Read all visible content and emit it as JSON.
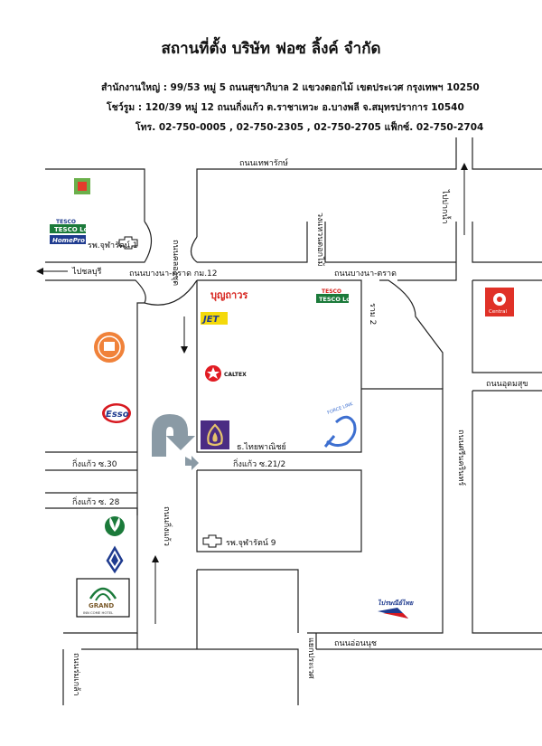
{
  "header": {
    "title": "สถานที่ตั้ง บริษัท ฟอซ ลิ้งค์ จำกัด",
    "head_office": "สำนักงานใหญ่ : 99/53 หมู่ 5 ถนนสุขาภิบาล 2 แขวงดอกไม้ เขตประเวศ กรุงเทพฯ 10250",
    "showroom": "โชว์รูม : 120/39 หมู่ 12 ถนนกิ่งแก้ว ต.ราชาเทวะ อ.บางพลี จ.สมุทรปราการ 10540",
    "phone": "โทร. 02-750-0005 , 02-750-2305 , 02-750-2705 แฟ็กซ์. 02-750-2704"
  },
  "map": {
    "roads": {
      "thepharak": "ถนนเทพารักษ์",
      "khlong_chuat": "ถนนคลองชุด",
      "bangna_trat_km12": "ถนนบางนา-ตราด กม.12",
      "bangna_trat": "ถนนบางนา-ตราด",
      "wat_hua_lamphong": "วงแหวนดอกไม้",
      "rama2": "ราม 2",
      "to_paknam": "ไปปากน้ำ",
      "to_chonburi": "ไปชลบุรี",
      "udomsuk": "ถนนอุดมสุข",
      "srinakarin": "ถนนศรีนครินทร์",
      "kingkaew_30": "กิ่งแก้ว ซ.30",
      "kingkaew_28": "กิ่งแก้ว ซ. 28",
      "kingkaew_21_2": "กิ่งแก้ว ซ.21/2",
      "kingkaew": "ถนนกิ่งแก้ว",
      "onnut": "ถนนอ่อนนุช",
      "lat_krabang": "ถนนร่มเกล้า",
      "yaek_prawet": "แยกประเวศ"
    },
    "places": {
      "chularat1": "รพ.จุฬารัตน์ 1",
      "chularat9": "รพ.จุฬารัตน์ 9",
      "scb": "ธ.ไทยพาณิชย์",
      "tesco_lotus_left": "TESCO Lotus",
      "homepro": "HomePro",
      "tesco_lotus_mid": "TESCO Lotus",
      "jet": "JET",
      "caltex": "CALTEX",
      "esso": "Esso",
      "boonthavorn": "บุญถาวร",
      "central": "Central",
      "force_link": "FORCE LINK",
      "thailand_post": "ไปรษณีย์ไทย",
      "grand_inn": "GRAND",
      "grand_inn_sub": "INN COME HOTEL"
    }
  },
  "colors": {
    "scb_purple": "#4b2c83",
    "esso_red": "#d71920",
    "tesco_blue": "#1f3b8f",
    "lotus_green": "#1b7a3a",
    "boonthavorn_red": "#d6221c",
    "caltex_red": "#e11b22",
    "central_red": "#e03127",
    "forcelink_blue": "#3d6fd0",
    "uturn_gray": "#8a9aa5",
    "seven_green": "#6bb04b"
  }
}
